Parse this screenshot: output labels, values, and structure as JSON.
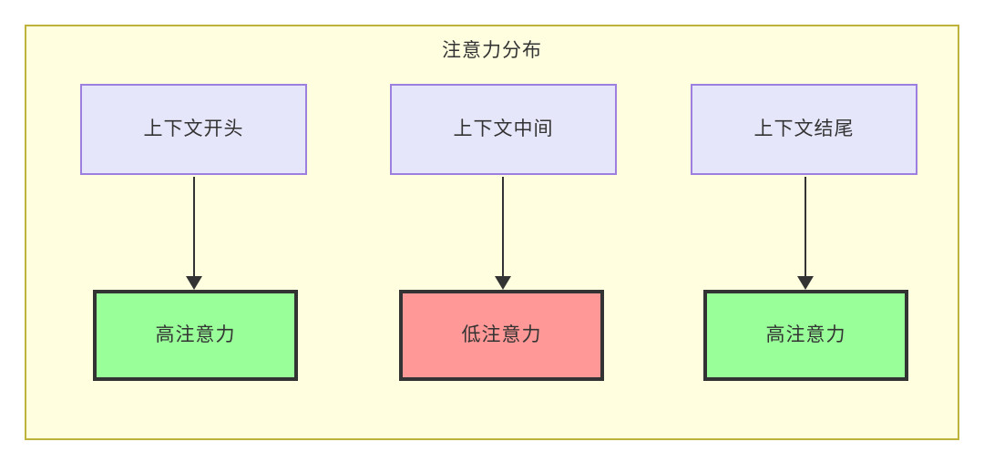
{
  "diagram": {
    "title": "注意力分布",
    "container": {
      "fill": "#ffffe0",
      "stroke": "#bdb23a"
    },
    "context_nodes": [
      {
        "id": "ctx-start",
        "label": "上下文开头",
        "fill": "#e6e6fa",
        "stroke": "#9d7fe0"
      },
      {
        "id": "ctx-middle",
        "label": "上下文中间",
        "fill": "#e6e6fa",
        "stroke": "#9d7fe0"
      },
      {
        "id": "ctx-end",
        "label": "上下文结尾",
        "fill": "#e6e6fa",
        "stroke": "#9d7fe0"
      }
    ],
    "attention_nodes": [
      {
        "id": "attn-start",
        "label": "高注意力",
        "fill": "#99ff99",
        "stroke": "#333333"
      },
      {
        "id": "attn-middle",
        "label": "低注意力",
        "fill": "#ff9896",
        "stroke": "#333333"
      },
      {
        "id": "attn-end",
        "label": "高注意力",
        "fill": "#99ff99",
        "stroke": "#333333"
      }
    ],
    "edges": [
      {
        "from": "ctx-start",
        "to": "attn-start",
        "label": ""
      },
      {
        "from": "ctx-middle",
        "to": "attn-middle",
        "label": ""
      },
      {
        "from": "ctx-end",
        "to": "attn-end",
        "label": ""
      }
    ]
  }
}
